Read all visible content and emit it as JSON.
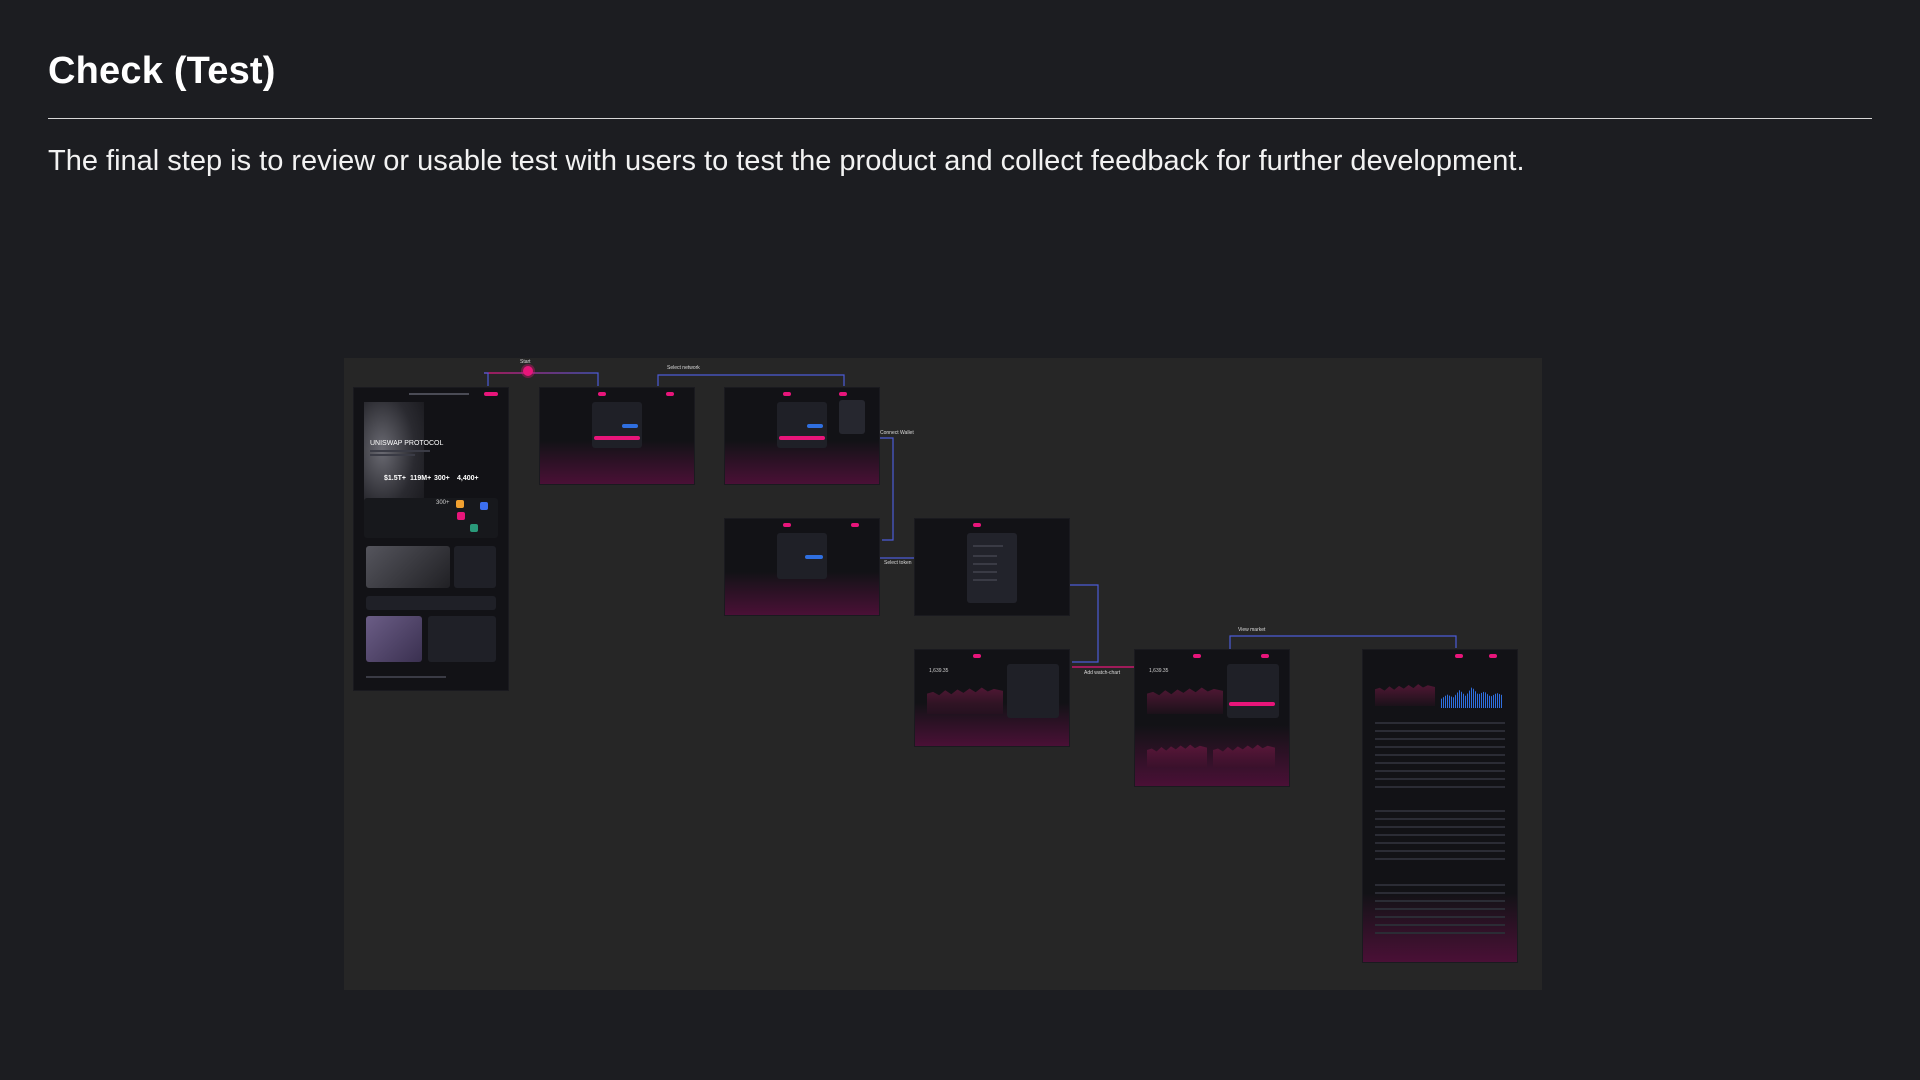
{
  "header": {
    "title": "Check (Test)",
    "description": "The final step is to review or usable test with users to test the product and collect feedback for further development."
  },
  "flow": {
    "labels": {
      "start": "Start",
      "select_network": "Select network",
      "connect_wallet": "Connect Wallet",
      "select_token": "Select token",
      "add_watchlist": "Add watch-chart",
      "view_market": "View market"
    },
    "landing": {
      "hero_title": "UNISWAP PROTOCOL",
      "stats": [
        "$1.5T+",
        "119M+",
        "300+",
        "4,400+"
      ],
      "apps_count": "300+"
    },
    "swap_token_stat": "1,639.35"
  },
  "colors": {
    "background": "#1c1d21",
    "board": "#262626",
    "accent": "#e8157a",
    "connector_blue": "#4b5bd6",
    "chart_blue": "#2f6fe0"
  }
}
